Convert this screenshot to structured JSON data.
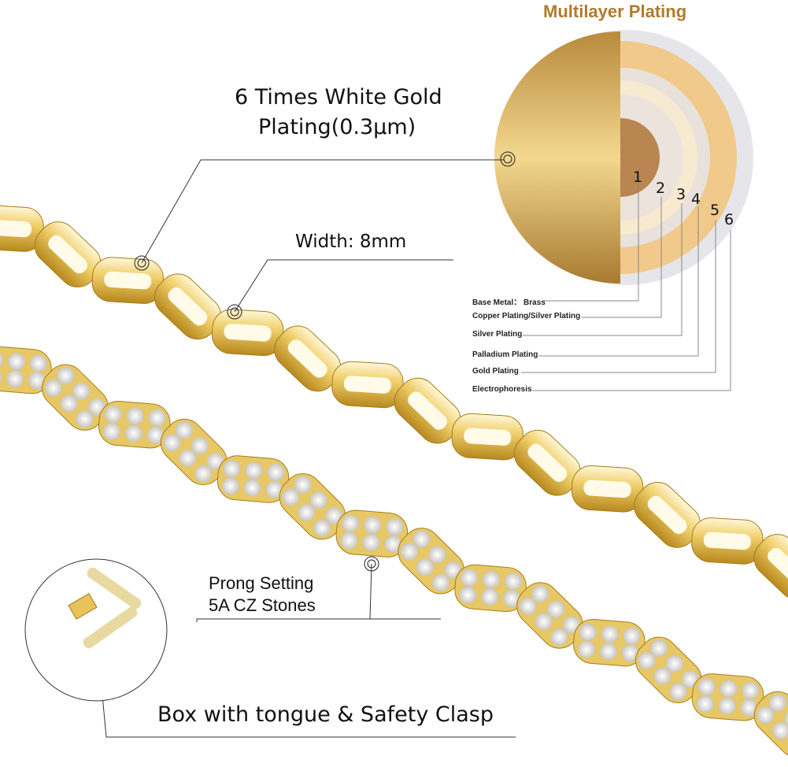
{
  "diagram": {
    "title": "Multilayer Plating",
    "layer_numbers": [
      "1",
      "2",
      "3",
      "4",
      "5",
      "6"
    ],
    "layers": [
      "Base Metal： Brass",
      "Copper Plating/Silver Plating",
      "Silver Plating",
      "Palladium Plating",
      "Gold Plating",
      "Electrophoresis"
    ]
  },
  "callouts": {
    "plating_line1": "6 Times White Gold",
    "plating_line2": "Plating(0.3µm)",
    "width": "Width:  8mm",
    "prong_line1": "Prong Setting",
    "prong_line2": "5A CZ Stones",
    "clasp": "Box with tongue & Safety Clasp"
  },
  "colors": {
    "gold": "#e8c35a",
    "title": "#b07a2e",
    "ring": "#f1c98a"
  }
}
